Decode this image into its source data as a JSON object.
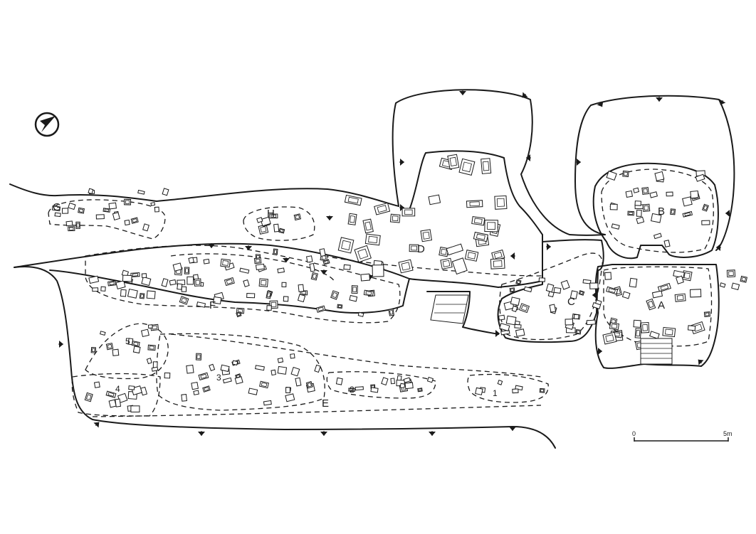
{
  "areas": [
    {
      "id": "A",
      "label": "A"
    },
    {
      "id": "B",
      "label": "B"
    },
    {
      "id": "C",
      "label": "C"
    },
    {
      "id": "D",
      "label": "D"
    },
    {
      "id": "E",
      "label": "E"
    },
    {
      "id": "F",
      "label": "F"
    },
    {
      "id": "G",
      "label": "G"
    },
    {
      "id": "H",
      "label": "H"
    }
  ],
  "subareas": [
    {
      "id": "1",
      "label": "1"
    },
    {
      "id": "2",
      "label": "2"
    },
    {
      "id": "3",
      "label": "3"
    },
    {
      "id": "4",
      "label": "4"
    },
    {
      "id": "5",
      "label": "5"
    }
  ],
  "scale_bar": {
    "start_label": "0",
    "end_label": "5m"
  },
  "north_arrow": {
    "icon": "north-arrow-icon"
  },
  "colors": {
    "ink": "#1a1a1a",
    "paper": "#ffffff"
  }
}
